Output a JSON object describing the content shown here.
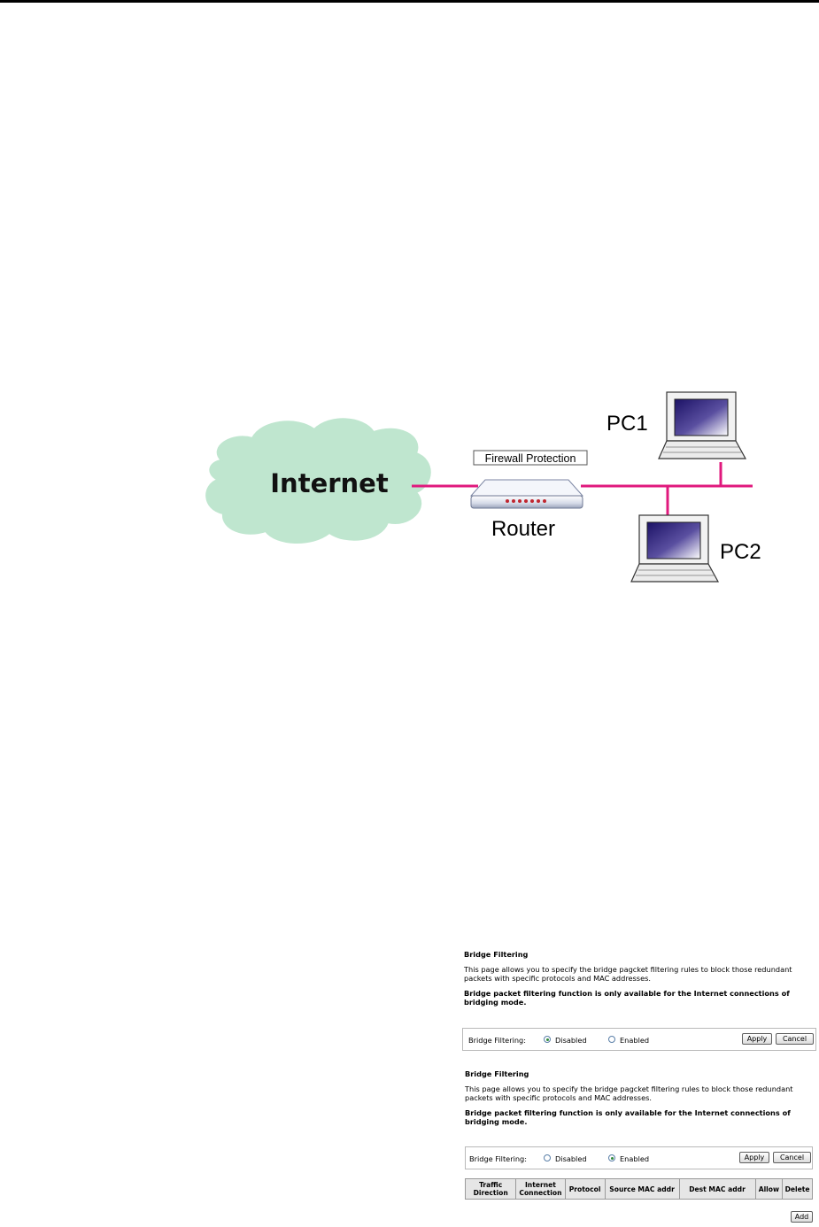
{
  "diagram": {
    "cloud_label": "Internet",
    "firewall_label": "Firewall Protection",
    "router_label": "Router",
    "pc1_label": "PC1",
    "pc2_label": "PC2",
    "cable_color": "#e0197d",
    "cloud_color": "#bfe6cf"
  },
  "panel_disabled": {
    "title": "Bridge Filtering",
    "description": "This page allows you to specify the bridge pagcket filtering rules to block those redundant packets with specific protocols and MAC addresses.",
    "note": "Bridge packet filtering function is only available for the Internet connections of bridging mode.",
    "field_label": "Bridge Filtering:",
    "option_disabled": "Disabled",
    "option_enabled": "Enabled",
    "selected": "Disabled",
    "apply_label": "Apply",
    "cancel_label": "Cancel"
  },
  "panel_enabled": {
    "title": "Bridge Filtering",
    "description": "This page allows you to specify the bridge pagcket filtering rules to block those redundant packets with specific protocols and MAC addresses.",
    "note": "Bridge packet filtering function is only available for the Internet connections of bridging mode.",
    "field_label": "Bridge Filtering:",
    "option_disabled": "Disabled",
    "option_enabled": "Enabled",
    "selected": "Enabled",
    "apply_label": "Apply",
    "cancel_label": "Cancel",
    "table_headers": [
      "Traffic Direction",
      "Internet Connection",
      "Protocol",
      "Source MAC addr",
      "Dest MAC addr",
      "Allow",
      "Delete"
    ],
    "add_label": "Add"
  }
}
